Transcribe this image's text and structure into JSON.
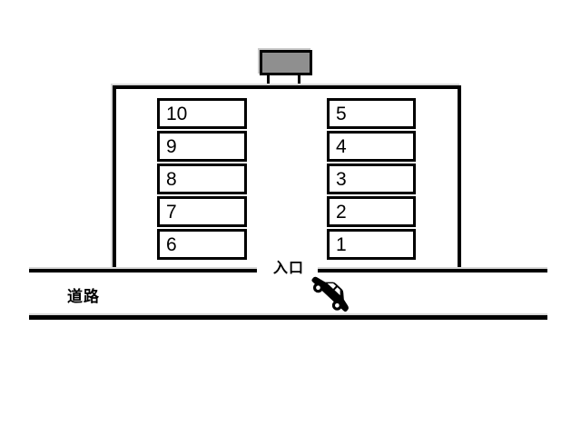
{
  "colors": {
    "background": "#ffffff",
    "line": "#000000",
    "sign_fill": "#8f8f8f",
    "shadow": "#c9c9c9"
  },
  "labels": {
    "entrance": "入口",
    "road": "道路"
  },
  "parking_spaces": {
    "left_column": [
      "10",
      "9",
      "8",
      "7",
      "6"
    ],
    "right_column": [
      "5",
      "4",
      "3",
      "2",
      "1"
    ]
  },
  "icons": {
    "sign": "sign-board",
    "car": "car-icon"
  }
}
